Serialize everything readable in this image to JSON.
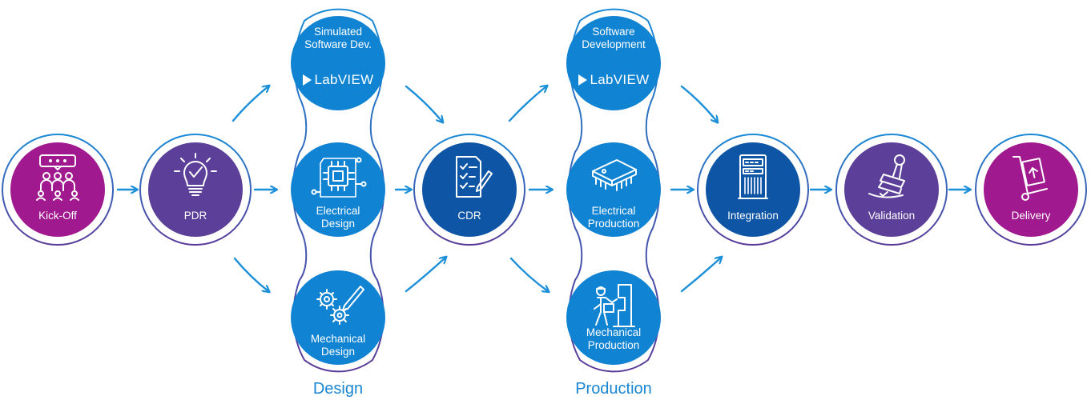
{
  "colors": {
    "magenta": "#a0198f",
    "purple": "#5c3f98",
    "blue": "#1083d2",
    "dark_blue": "#0e55a5",
    "arrow": "#1b8fd8"
  },
  "stages": {
    "kickoff": {
      "label": "Kick-Off",
      "icon": "team-meeting-icon"
    },
    "pdr": {
      "label": "PDR",
      "icon": "lightbulb-check-icon"
    },
    "sim_software": {
      "line1": "Simulated",
      "line2": "Software Dev.",
      "logo": "LabVIEW"
    },
    "elec_design": {
      "line1": "Electrical",
      "line2": "Design",
      "icon": "circuit-chip-icon"
    },
    "mech_design": {
      "line1": "Mechanical",
      "line2": "Design",
      "icon": "gears-pencil-icon"
    },
    "cdr": {
      "label": "CDR",
      "icon": "checklist-pen-icon"
    },
    "software_dev": {
      "line1": "Software",
      "line2": "Development",
      "logo": "LabVIEW"
    },
    "elec_prod": {
      "line1": "Electrical",
      "line2": "Production",
      "icon": "ic-chip-icon"
    },
    "mech_prod": {
      "line1": "Mechanical",
      "line2": "Production",
      "icon": "machine-worker-icon"
    },
    "integration": {
      "label": "Integration",
      "icon": "test-rack-icon"
    },
    "validation": {
      "label": "Validation",
      "icon": "approval-stamp-icon"
    },
    "delivery": {
      "label": "Delivery",
      "icon": "hand-truck-icon"
    }
  },
  "groups": {
    "design": "Design",
    "production": "Production"
  }
}
